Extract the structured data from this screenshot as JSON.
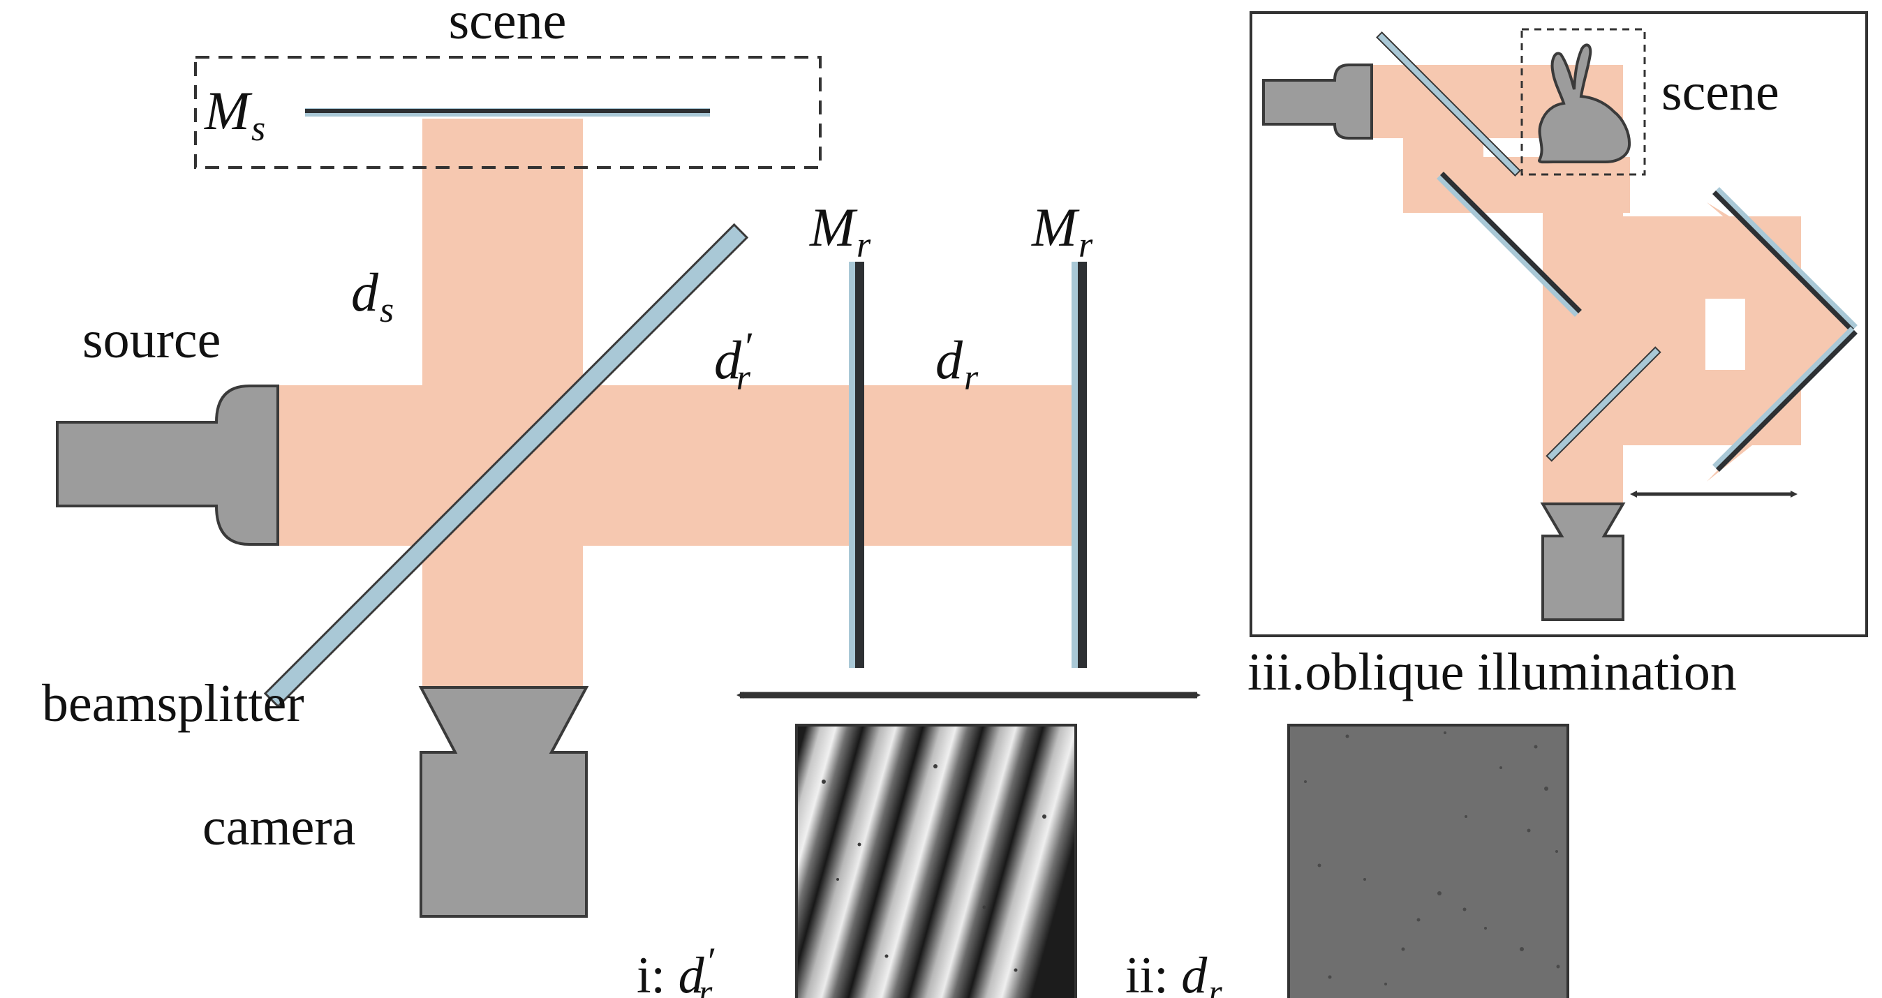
{
  "colors": {
    "beam": "#f6c8b0",
    "device": "#9c9c9c",
    "mirror_dark": "#2d3033",
    "mirror_light": "#a9c8d6",
    "outline": "#3a3a3a",
    "frame": "#333333",
    "fringe_bg": "#5e5e5e",
    "uniform_bg": "#6f6f6f"
  },
  "icons": {
    "source": "light-source-icon",
    "camera": "camera-icon",
    "scene_object": "bunny-icon"
  },
  "main": {
    "scene_label": "scene",
    "scene_mirror": {
      "symbol": "M",
      "subscript": "s"
    },
    "source_label": "source",
    "beamsplitter_label": "beamsplitter",
    "camera_label": "camera",
    "ds_label": {
      "symbol": "d",
      "subscript": "s"
    },
    "dr_prime_label": {
      "symbol": "d",
      "prime": "′",
      "subscript": "r"
    },
    "dr_label": {
      "symbol": "d",
      "subscript": "r"
    },
    "ref_mirror_1": {
      "symbol": "M",
      "subscript": "r"
    },
    "ref_mirror_2": {
      "symbol": "M",
      "subscript": "r"
    }
  },
  "panel_iii": {
    "scene_label": "scene",
    "caption": "iii.oblique illumination"
  },
  "panel_i": {
    "caption_prefix": "i: ",
    "symbol": "d",
    "prime": "′",
    "subscript": "r"
  },
  "panel_ii": {
    "caption_prefix": "ii: ",
    "symbol": "d",
    "subscript": "r"
  }
}
